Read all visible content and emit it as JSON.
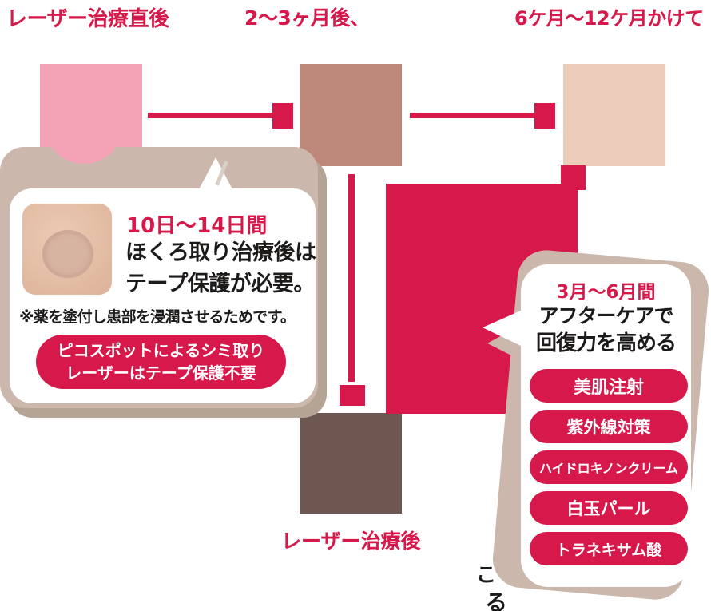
{
  "colors": {
    "crimson": "#d6184b",
    "skin_pink": "#f4a3b7",
    "skin_brown": "#bd877a",
    "skin_beige": "#eccdbb",
    "skin_dark_brown": "#6e5651",
    "card_taupe": "#cbb7ab",
    "card_shadow": "#b5a394",
    "text_black": "#1d1b1a"
  },
  "timeline": {
    "stage1_label": "レーザー治療直後",
    "stage2_label": "2〜3ヶ月後、",
    "stage3_label": "6ケ月〜12ケ月かけて",
    "after_label": "レーザー治療後"
  },
  "tape_callout": {
    "duration": "10日〜14日間",
    "heading_line1": "ほくろ取り治療後は",
    "heading_line2": "テープ保護が必要。",
    "note": "※薬を塗付し患部を浸潤させるためです。",
    "badge_line1": "ピコスポットによるシミ取り",
    "badge_line2": "レーザーはテープ保護不要"
  },
  "aftercare_callout": {
    "duration": "3月〜6月間",
    "heading_line1": "アフターケアで",
    "heading_line2": "回復力を高める",
    "items": [
      "美肌注射",
      "紫外線対策",
      "ハイドロキノンクリーム",
      "白玉パール",
      "トラネキサム酸"
    ]
  },
  "obscured_text": {
    "fragment1": "こ",
    "fragment2": "る"
  }
}
